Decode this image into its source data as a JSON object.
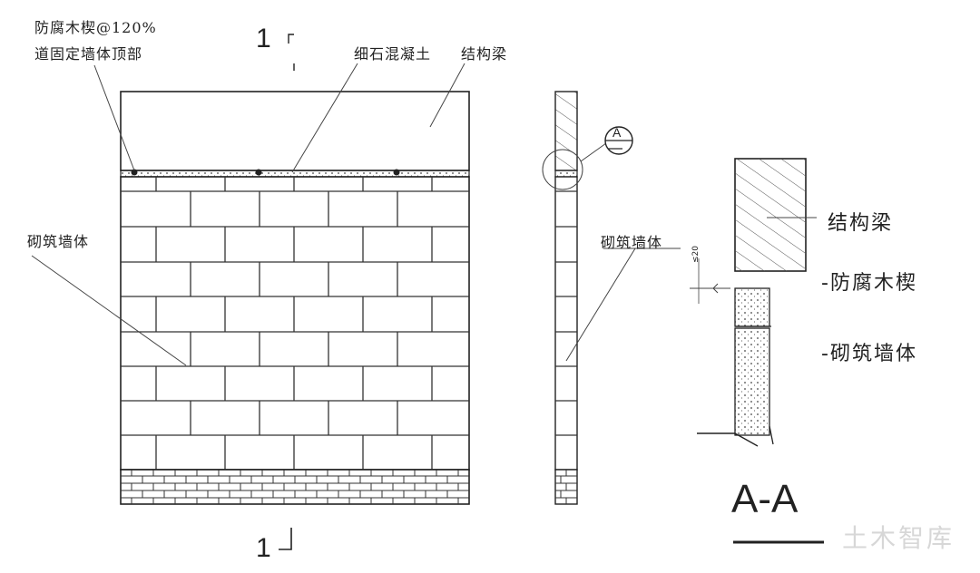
{
  "labels": {
    "anticorrosion_wedge_line1": "防腐木楔@120%",
    "anticorrosion_wedge_line2": "道固定墙体顶部",
    "fine_concrete": "细石混凝土",
    "structural_beam": "结构梁",
    "masonry_wall_left": "砌筑墙体",
    "masonry_wall_mid": "砌筑墙体",
    "detail_beam": "结构梁",
    "detail_wedge": "-防腐木楔",
    "detail_wall": "-砌筑墙体",
    "detail_dim": "≤20",
    "detail_callout": "A"
  },
  "section_marks": {
    "top": "1",
    "bottom": "1"
  },
  "detail_title": "A-A",
  "watermark": "土木智库"
}
